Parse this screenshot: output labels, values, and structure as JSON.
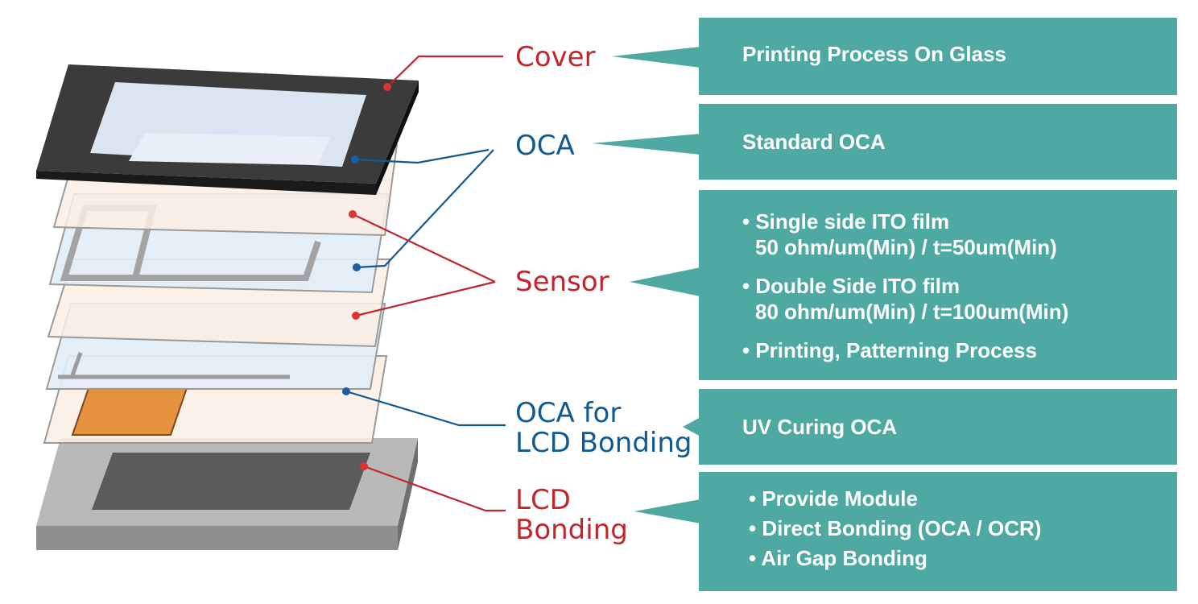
{
  "colors": {
    "teal_panel": "#4fa9a3",
    "red_label": "#c0262c",
    "blue_label": "#0f5a92"
  },
  "layers": {
    "cover": {
      "label": "Cover"
    },
    "oca": {
      "label": "OCA"
    },
    "sensor": {
      "label": "Sensor"
    },
    "oca_lcd": {
      "label_line1": "OCA for",
      "label_line2": "LCD Bonding"
    },
    "lcd": {
      "label_line1": "LCD",
      "label_line2": "Bonding"
    }
  },
  "panels": {
    "cover": {
      "text": "Printing Process On Glass"
    },
    "oca": {
      "text": "Standard OCA"
    },
    "sensor": {
      "items": [
        "• Single side ITO film",
        "50 ohm/um(Min) / t=50um(Min)",
        "• Double Side ITO film",
        "80 ohm/um(Min) / t=100um(Min)",
        "• Printing, Patterning Process"
      ]
    },
    "oca_lcd": {
      "text": "UV Curing OCA"
    },
    "lcd": {
      "items": [
        "• Provide Module",
        "• Direct Bonding (OCA / OCR)",
        "• Air Gap Bonding"
      ]
    }
  }
}
